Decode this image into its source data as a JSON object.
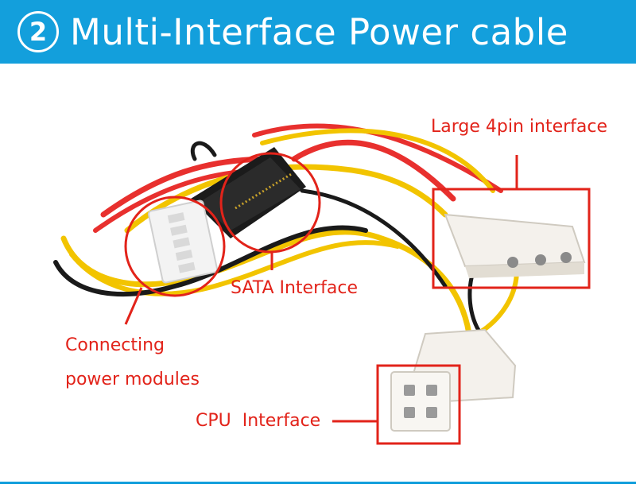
{
  "banner": {
    "number": "2",
    "title": "Multi-Interface Power cable"
  },
  "labels": {
    "large_4pin": "Large 4pin interface",
    "sata": "SATA Interface",
    "connecting_line1": "Connecting",
    "connecting_line2": "power modules",
    "cpu": "CPU  Interface"
  },
  "colors": {
    "banner": "#139fdc",
    "annotation": "#e2231a",
    "wire_red": "#e8302e",
    "wire_yellow": "#f2c400",
    "wire_black": "#1a1a1a"
  }
}
